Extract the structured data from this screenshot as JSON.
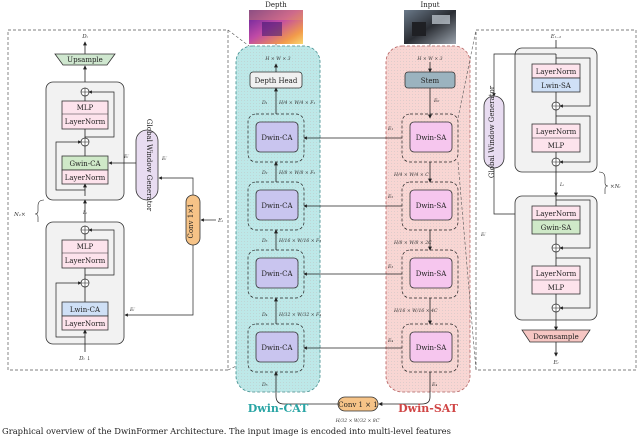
{
  "images": {
    "depth_caption": "Depth",
    "input_caption": "Input"
  },
  "decoder_detail": {
    "d_i_top": "Dᵢ",
    "upsample": "Upsample",
    "mlp_1": "MLP",
    "layernorm_1": "LayerNorm",
    "gwin_ca": "Gwin-CA",
    "layernorm_2": "LayerNorm",
    "global_window_generator": "Global Window Generator",
    "conv_1x1": "Conv 1×1",
    "e_i": "Eᵢ",
    "e_i_prime_top": "Eᵢ′",
    "e_i_prime_bottom": "Eᵢ′",
    "e_i_prime_gwg": "Eᵢ′",
    "l_i": "Lᵢ",
    "repeat": "N₁×",
    "mlp_2": "MLP",
    "layernorm_3": "LayerNorm",
    "lwin_ca": "Lwin-CA",
    "layernorm_4": "LayerNorm",
    "d_i_bottom": "Dᵢ ↓"
  },
  "main": {
    "hw3": "H × W × 3",
    "depth_head": "Depth Head",
    "stem": "Stem",
    "decoder": [
      {
        "d": "D₁",
        "dim": "H/4 × W/4 × F₁",
        "label": "Dwin-CA"
      },
      {
        "d": "D₂",
        "dim": "H/8 × W/8 × F₂",
        "label": "Dwin-CA"
      },
      {
        "d": "D₃",
        "dim": "H/16 × W/16 × F₃",
        "label": "Dwin-CA"
      },
      {
        "d": "D₄",
        "dim": "H/32 × W/32 × F₄",
        "label": "Dwin-CA"
      }
    ],
    "encoder": [
      {
        "e": "E₁",
        "dim": "H/4 × W/4 × C",
        "label": "Dwin-SA"
      },
      {
        "e": "E₂",
        "dim": "H/8 × W/8 × 2C",
        "label": "Dwin-SA"
      },
      {
        "e": "E₃",
        "dim": "H/16 × W/16 × 4C",
        "label": "Dwin-SA"
      },
      {
        "e": "E₄",
        "dim": "H/32 × W/32 × 8C",
        "label": "Dwin-SA"
      }
    ],
    "e0": "E₀",
    "conv_1x1": "Conv 1 × 1",
    "bottleneck_dim": "H/32 × W/32 × 8C′",
    "d5": "D₅",
    "e4_out": "E₄",
    "cat_label": "Dwin-CAT",
    "sat_label": "Dwin-SAT"
  },
  "encoder_detail": {
    "e_l_minus_1": "Eₗ₋₁",
    "layernorm_1": "LayerNorm",
    "lwin_sa": "Lwin-SA",
    "layernorm_2": "LayerNorm",
    "mlp_1": "MLP",
    "global_window_generator": "Global Window Generator",
    "l_i": "Lᵢ",
    "repeat": "×Nᵢ",
    "e_i_prime": "Eᵢ′",
    "layernorm_3": "LayerNorm",
    "gwin_sa": "Gwin-SA",
    "layernorm_4": "LayerNorm",
    "mlp_2": "MLP",
    "downsample": "Downsample",
    "e_l": "Eₗ"
  },
  "caption": "Graphical overview of the DwinFormer Architecture. The input image is encoded into multi-level features"
}
